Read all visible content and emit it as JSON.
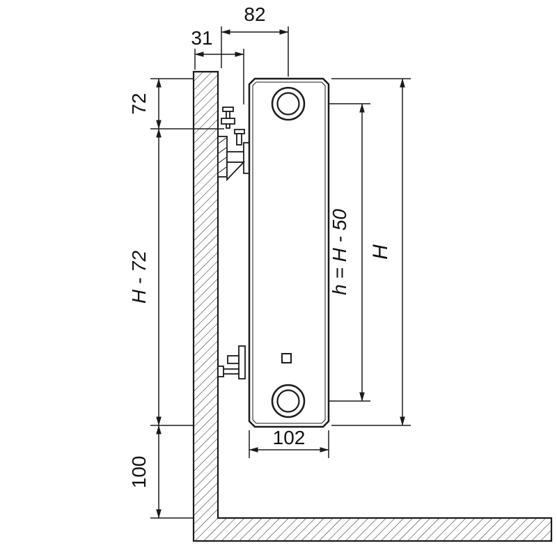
{
  "diagram": {
    "type": "radiator-side-mounting-drawing",
    "colors": {
      "line": "#1a1a1a",
      "background": "#ffffff"
    },
    "dims": {
      "top_width": "82",
      "top_offset": "31",
      "upper_gap": "72",
      "mid_height": "H - 72",
      "floor_clearance": "100",
      "total_height": "H",
      "connection_spacing": "h = H - 50",
      "radiator_depth": "102"
    }
  }
}
